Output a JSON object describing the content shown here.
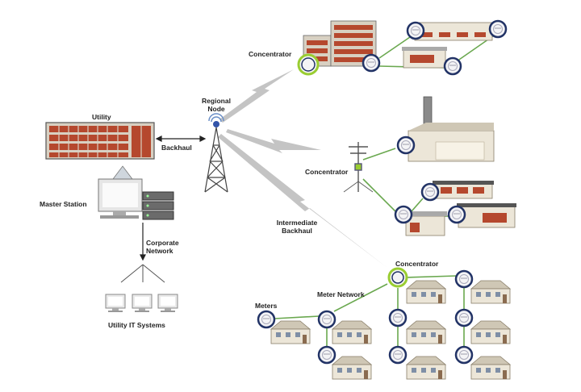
{
  "labels": {
    "utility": "Utility",
    "backhaul": "Backhaul",
    "regional_node_line1": "Regional",
    "regional_node_line2": "Node",
    "master_station": "Master Station",
    "corporate_network_line1": "Corporate",
    "corporate_network_line2": "Network",
    "utility_it_systems": "Utility IT Systems",
    "concentrator_top": "Concentrator",
    "concentrator_middle": "Concentrator",
    "concentrator_bottom": "Concentrator",
    "intermediate_backhaul_line1": "Intermediate",
    "intermediate_backhaul_line2": "Backhaul",
    "meter_network": "Meter Network",
    "meters": "Meters"
  },
  "colors": {
    "brick": "#b5482e",
    "wall": "#d9d2c4",
    "meter_ring": "#223366",
    "link_green": "#6aa84f",
    "lightning": "#b8b8b8",
    "concentrator_ring": "#9acd32"
  },
  "icons": [
    "utility-building-icon",
    "master-station-icon",
    "server-rack-icon",
    "workstation-icon",
    "radio-tower-icon",
    "meter-icon",
    "house-icon",
    "factory-icon",
    "office-building-icon",
    "utility-pole-icon"
  ]
}
